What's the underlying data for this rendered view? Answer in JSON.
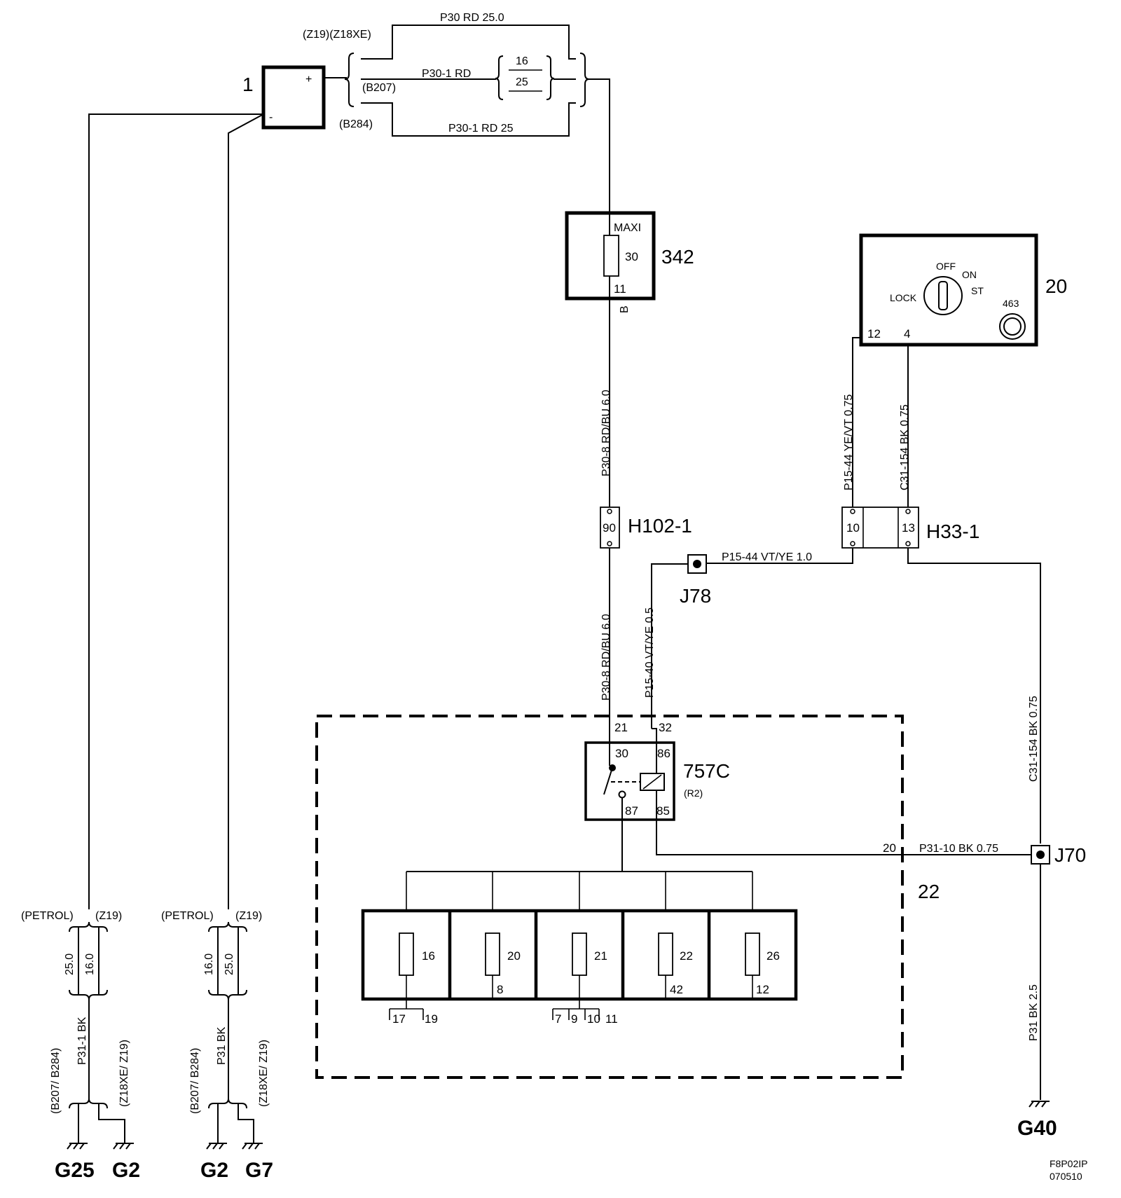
{
  "battery": {
    "id": "1",
    "plus": "+",
    "minus": "-"
  },
  "top_wiring": {
    "variant_top": "(Z19)(Z18XE)",
    "wire_top": "P30 RD  25.0",
    "variant_mid": "(B207)",
    "wire_mid": "P30-1  RD",
    "size_a": "16",
    "size_b": "25",
    "variant_bot": "(B284)",
    "wire_bot": "P30-1  RD  25"
  },
  "maxi_fuse": {
    "id": "342",
    "type": "MAXI",
    "rating": "30",
    "pin": "11",
    "cavity": "B"
  },
  "wire_p30_8_upper": "P30-8   RD/BU   6.0",
  "connector_h102": {
    "id": "H102-1",
    "pin": "90"
  },
  "wire_p30_8_lower": "P30-8  RD/BU  6.0",
  "ignition_switch": {
    "id": "20",
    "off": "OFF",
    "on": "ON",
    "lock": "LOCK",
    "st": "ST",
    "immobilizer": "463",
    "pin_a": "12",
    "pin_b": "4"
  },
  "wire_p15_44_yevt": "P15-44  YE/VT  0.75",
  "wire_c31_154_top": "C31-154  BK  0.75",
  "connector_h33": {
    "id": "H33-1",
    "pin_a": "10",
    "pin_b": "13"
  },
  "splice_j78": "J78",
  "wire_p15_44_vtye": "P15-44  VT/YE  1.0",
  "wire_p15_40": "P15-40  VT/YE  0.5",
  "wire_c31_154_right": "C31-154  BK  0.75",
  "fuse_block": {
    "id": "22",
    "input_pin_a": "21",
    "input_pin_b": "32",
    "ground_pin": "20",
    "fuses": [
      {
        "rating": "16",
        "out": ""
      },
      {
        "rating": "20",
        "out": "8"
      },
      {
        "rating": "21",
        "out": ""
      },
      {
        "rating": "22",
        "out": "42"
      },
      {
        "rating": "26",
        "out": "12"
      }
    ],
    "outputs_group1": [
      "17",
      "19"
    ],
    "outputs_group2": [
      "7",
      "9",
      "10",
      "11"
    ]
  },
  "relay": {
    "id": "757C",
    "sub": "(R2)",
    "p30": "30",
    "p86": "86",
    "p87": "87",
    "p85": "85"
  },
  "wire_p31_10": "P31-10  BK  0.75",
  "splice_j70": "J70",
  "wire_p31_right": "P31  BK  2.5",
  "ground_g40": "G40",
  "ground_left_1": {
    "petrol": "(PETROL)",
    "z19": "(Z19)",
    "size_a": "25.0",
    "size_b": "16.0",
    "wire": "P31-1    BK",
    "variant_a": "(B207/ B284)",
    "variant_b": "(Z18XE/ Z19)",
    "g_a": "G25",
    "g_b": "G2"
  },
  "ground_left_2": {
    "petrol": "(PETROL)",
    "z19": "(Z19)",
    "size_a": "16.0",
    "size_b": "25.0",
    "wire": "P31    BK",
    "variant_a": "(B207/ B284)",
    "variant_b": "(Z18XE/ Z19)",
    "g_a": "G2",
    "g_b": "G7"
  },
  "doc_code": "F8P02IP",
  "doc_date": "070510"
}
